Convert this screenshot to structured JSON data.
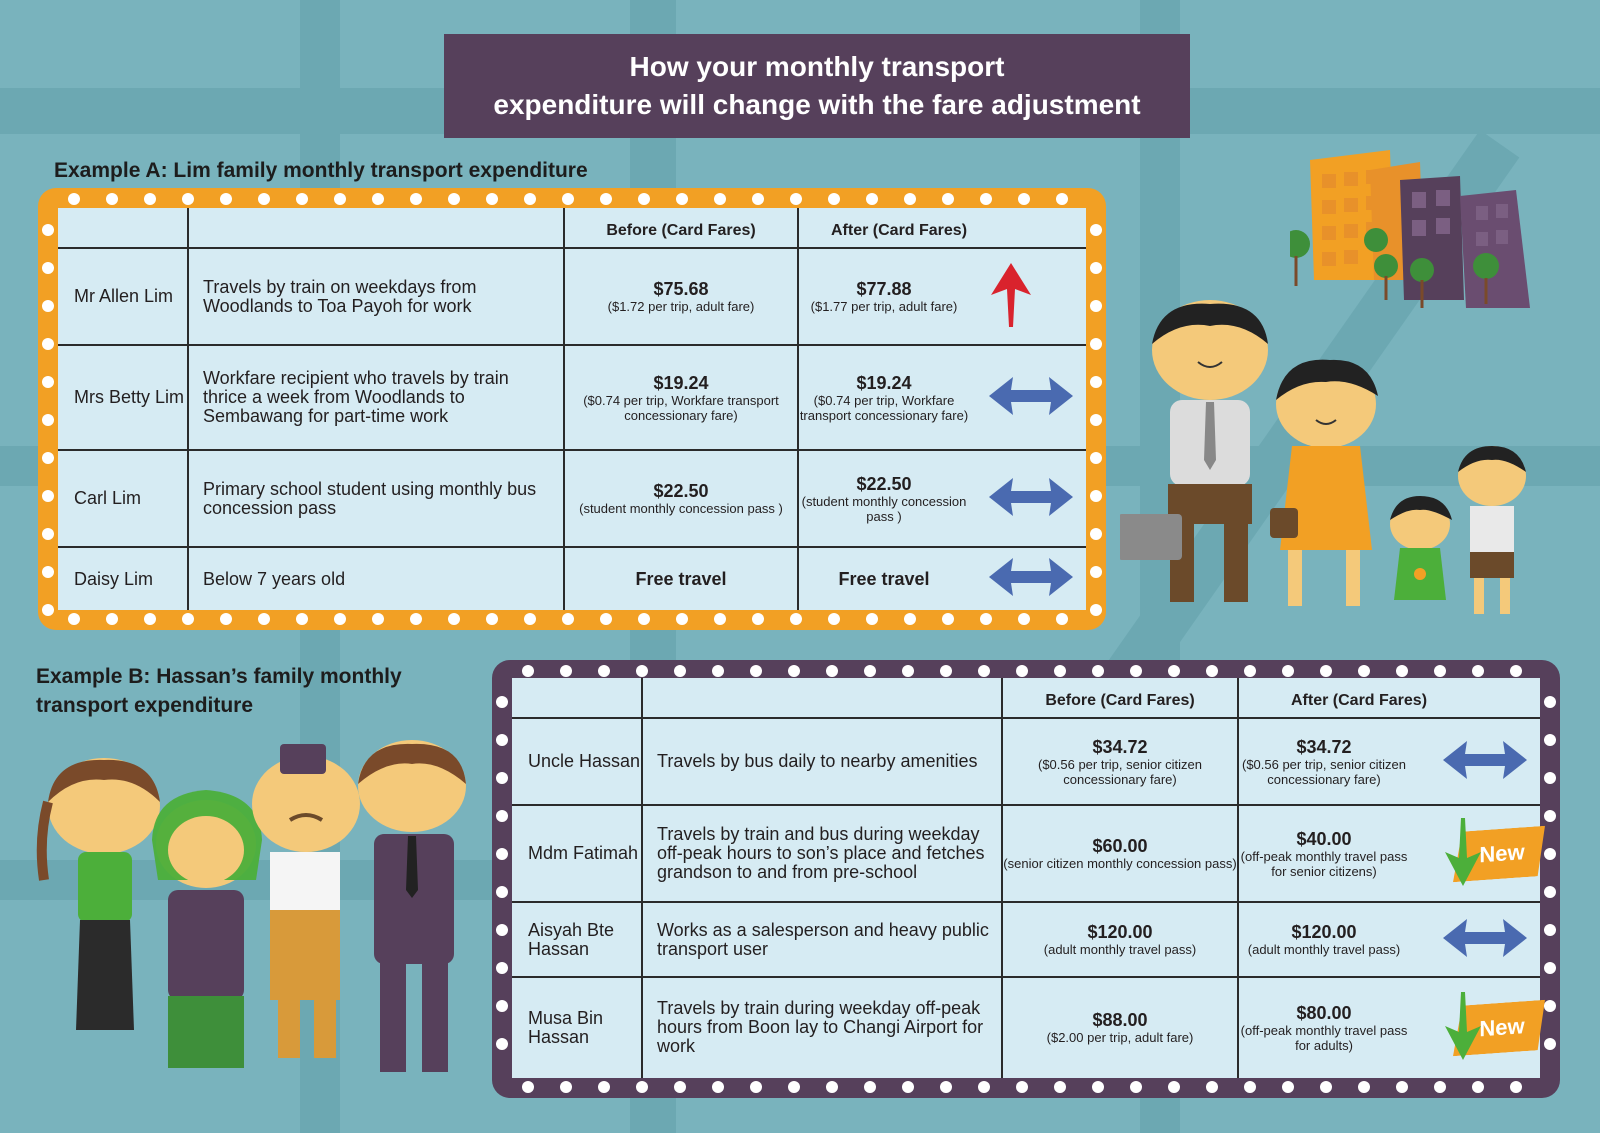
{
  "title": {
    "line1": "How your monthly transport",
    "line2": "expenditure will change with the fare adjustment"
  },
  "example_a": {
    "heading": "Example A: Lim family monthly transport expenditure",
    "col_before": "Before (Card Fares)",
    "col_after": "After (Card Fares)",
    "rows": [
      {
        "name": "Mr Allen Lim",
        "description": "Travels by train on weekdays from Woodlands to Toa Payoh for work",
        "before_amount": "$75.68",
        "before_note": "($1.72 per trip, adult fare)",
        "after_amount": "$77.88",
        "after_note": "($1.77 per trip, adult fare)",
        "change": "up-arrow-icon"
      },
      {
        "name": "Mrs Betty Lim",
        "description": "Workfare recipient who travels by train thrice a week from Woodlands to Sembawang for part-time work",
        "before_amount": "$19.24",
        "before_note": "($0.74 per trip, Workfare transport concessionary fare)",
        "after_amount": "$19.24",
        "after_note": "($0.74 per trip, Workfare transport concessionary fare)",
        "change": "double-arrow-icon"
      },
      {
        "name": "Carl Lim",
        "description": "Primary school student using monthly bus concession pass",
        "before_amount": "$22.50",
        "before_note": "(student monthly concession pass )",
        "after_amount": "$22.50",
        "after_note": "(student monthly concession pass )",
        "change": "double-arrow-icon"
      },
      {
        "name": "Daisy Lim",
        "description": "Below 7 years old",
        "before_amount": "Free travel",
        "before_note": "",
        "after_amount": "Free travel",
        "after_note": "",
        "change": "double-arrow-icon"
      }
    ]
  },
  "example_b": {
    "heading_line1": "Example B: Hassan’s family monthly",
    "heading_line2": "transport expenditure",
    "col_before": "Before (Card Fares)",
    "col_after": "After (Card Fares)",
    "new_label": "New",
    "rows": [
      {
        "name": "Uncle Hassan",
        "description": "Travels by bus daily to nearby amenities",
        "before_amount": "$34.72",
        "before_note": "($0.56 per trip, senior citizen concessionary fare)",
        "after_amount": "$34.72",
        "after_note": "($0.56 per trip, senior citizen concessionary fare)",
        "change": "double-arrow-icon",
        "is_new": false
      },
      {
        "name": "Mdm Fatimah",
        "description": "Travels by train and bus during weekday off-peak hours to son’s place and fetches grandson to and from pre-school",
        "before_amount": "$60.00",
        "before_note": "(senior citizen monthly concession pass)",
        "after_amount": "$40.00",
        "after_note": "(off-peak monthly travel pass for senior citizens)",
        "change": "down-arrow-icon",
        "is_new": true
      },
      {
        "name": "Aisyah Bte Hassan",
        "description": "Works as a salesperson and heavy public transport user",
        "before_amount": "$120.00",
        "before_note": "(adult monthly travel pass)",
        "after_amount": "$120.00",
        "after_note": "(adult monthly travel pass)",
        "change": "double-arrow-icon",
        "is_new": false
      },
      {
        "name": "Musa Bin Hassan",
        "description": "Travels by train during weekday off-peak hours from Boon lay to Changi Airport for work",
        "before_amount": "$88.00",
        "before_note": "($2.00 per trip, adult fare)",
        "after_amount": "$80.00",
        "after_note": "(off-peak monthly travel pass for adults)",
        "change": "down-arrow-icon",
        "is_new": true
      }
    ]
  },
  "colors": {
    "background": "#79b3bd",
    "banner": "#56405b",
    "orange_frame": "#f2a024",
    "purple_frame": "#56405b",
    "table_fill": "#d6ebf3",
    "up_arrow": "#d9232d",
    "double_arrow": "#4a6ab0",
    "down_arrow": "#4caf3a"
  }
}
